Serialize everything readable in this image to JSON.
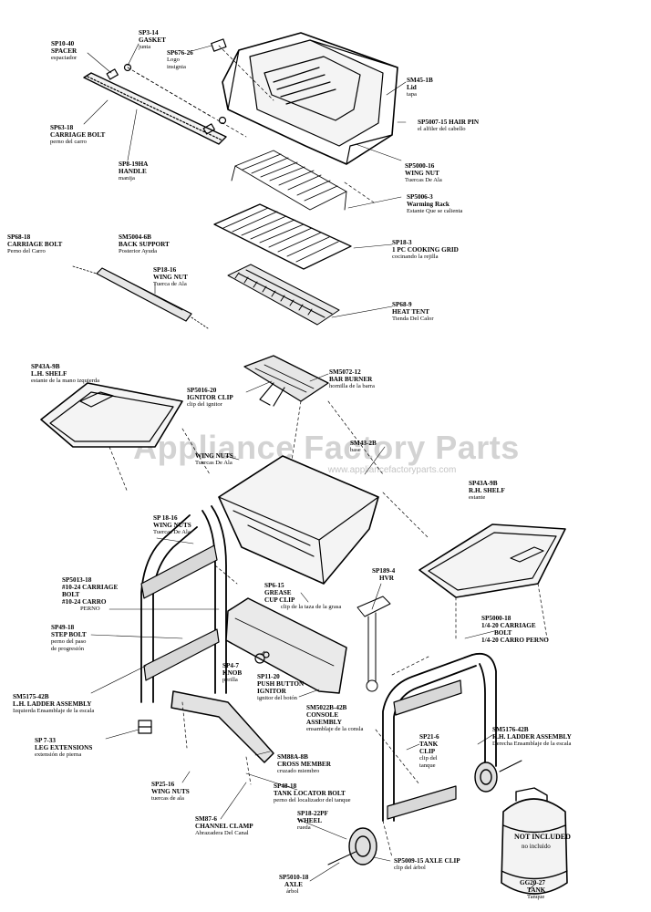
{
  "watermark": {
    "title": "Appliance Factory Parts",
    "url": "www.appliancefactoryparts.com"
  },
  "not_included": "NOT INCLUDED",
  "parts": {
    "sp10_40": {
      "code": "SP10-40",
      "name": "SPACER",
      "sub": "espaciador"
    },
    "sp3_14": {
      "code": "SP3-14",
      "name": "GASKET",
      "sub": "junta"
    },
    "sp676_26": {
      "code": "SP676-26",
      "name": "Logo",
      "sub": "insignia"
    },
    "sm45_1b": {
      "code": "SM45-1B",
      "name": "Lid",
      "sub": "tapa"
    },
    "sp5007_15": {
      "code": "SP5007-15 HAIR PIN",
      "sub": "el alfiler del cabello"
    },
    "sp63_18": {
      "code": "SP63-18",
      "name": "CARRIAGE BOLT",
      "sub": "perno del carro"
    },
    "sp8_19ha": {
      "code": "SP8-19HA",
      "name": "HANDLE",
      "sub": "manija"
    },
    "sp5000_16": {
      "code": "SP5000-16",
      "name": "WING NUT",
      "sub": "Tuercas De Ala"
    },
    "sp5006_3": {
      "code": "SP5006-3",
      "name": "Warming Rack",
      "sub": "Estante Que se calienta"
    },
    "sp68_18": {
      "code": "SP68-18",
      "name": "CARRIAGE BOLT",
      "sub": "Perno del Carro"
    },
    "sm5004_6b": {
      "code": "SM5004-6B",
      "name": "BACK SUPPORT",
      "sub": "Posterior Ayuda"
    },
    "sp18_3": {
      "code": "SP18-3",
      "name": "1 PC COOKING GRID",
      "sub": "cocinando la rejilla"
    },
    "sp18_16a": {
      "code": "SP18-16",
      "name": "WING NUT",
      "sub": "Tuerca de Ala"
    },
    "sp68_9": {
      "code": "SP68-9",
      "name": "HEAT TENT",
      "sub": "Tienda Del Calor"
    },
    "sp43a_9b_l": {
      "code": "SP43A-9B",
      "name": "L.H. SHELF",
      "sub": "estante de la mano izquierda"
    },
    "sm5072_12": {
      "code": "SM5072-12",
      "name": "BAR BURNER",
      "sub": "hornilla de la barra"
    },
    "sp5016_20": {
      "code": "SP5016-20",
      "name": "IGNITOR CLIP",
      "sub": "clip del ignitor"
    },
    "sm43_2b": {
      "code": "SM43-2B",
      "sub": "base"
    },
    "wing_nuts_a": {
      "name": "WING NUTS",
      "sub": "Tuercas De Ala"
    },
    "sp43a_9b_r": {
      "code": "SP43A-9B",
      "name": "R.H. SHELF",
      "sub": "estante"
    },
    "sp18_16b": {
      "code": "SP 18-16",
      "name": "WING NUTS",
      "sub": "Tuercas De Ala"
    },
    "sp5013_18": {
      "code": "SP5013-18",
      "name1": "#10-24 CARRIAGE",
      "name2": "BOLT",
      "name3": "#10-24 CARRO",
      "sub": "PERNO"
    },
    "sp6_15": {
      "code": "SP6-15",
      "name1": "GREASE",
      "name2": "CUP CLIP",
      "sub": "clip de la taza de la grasa"
    },
    "sp189_4": {
      "code": "SP189-4",
      "name": "HVR"
    },
    "sp5000_18": {
      "code": "SP5000-18",
      "name1": "1/4-20 CARRIAGE",
      "name2": "BOLT",
      "sub": "1/4-20 CARRO PERNO"
    },
    "sp49_18": {
      "code": "SP49-18",
      "name": "STEP BOLT",
      "sub1": "perno del paso",
      "sub2": "de progresión"
    },
    "sp4_7": {
      "code": "SP4-7",
      "name": "KNOB",
      "sub": "perilla"
    },
    "sp11_20": {
      "code": "SP11-20",
      "name1": "PUSH BUTTON",
      "name2": "IGNITOR",
      "sub": "ignitor del botón"
    },
    "sm5175_42b": {
      "code": "SM5175-42B",
      "name": "L.H. LADDER ASSEMBLY",
      "sub": "Izquierda Ensamblaje de la escala"
    },
    "sm5022b_42b": {
      "code": "SM5022B-42B",
      "name1": "CONSOLE",
      "name2": "ASSEMBLY",
      "sub": "ensamblaje de la consla"
    },
    "sm5176_42b": {
      "code": "SM5176-42B",
      "name": "R.H. LADDER ASSEMBLY",
      "sub": "Derecha Ensamblaje de la escala"
    },
    "sp7_33": {
      "code": "SP 7-33",
      "name": "LEG EXTENSIONS",
      "sub": "extensión de pierna"
    },
    "sp21_6": {
      "code": "SP21-6",
      "name1": "TANK",
      "name2": "CLIP",
      "sub1": "clip del",
      "sub2": "tanque"
    },
    "sm88a_8b": {
      "code": "SM88A-8B",
      "name": "CROSS MEMBER",
      "sub": "cruzado miembro"
    },
    "sp48_18": {
      "code": "SP48-18",
      "name": "TANK LOCATOR BOLT",
      "sub": "perno del localizador del tanque"
    },
    "sp25_16": {
      "code": "SP25-16",
      "name": "WING NUTS",
      "sub": "tuercas de ala"
    },
    "sp18_22pf": {
      "code": "SP18-22PF",
      "name": "WHEEL",
      "sub": "rueda"
    },
    "sm87_6": {
      "code": "SM87-6",
      "name": "CHANNEL CLAMP",
      "sub": "Abrazadera Del Canal"
    },
    "sp5009_15": {
      "code": "SP5009-15 AXLE CLIP",
      "sub": "clip del árbol"
    },
    "sp5010_18": {
      "code": "SP5010-18",
      "name": "AXLE",
      "sub": "árbol"
    },
    "gg20_27": {
      "code": "GG20-27",
      "name": "TANK",
      "sub": "Tanque",
      "note": "no incluido"
    }
  }
}
